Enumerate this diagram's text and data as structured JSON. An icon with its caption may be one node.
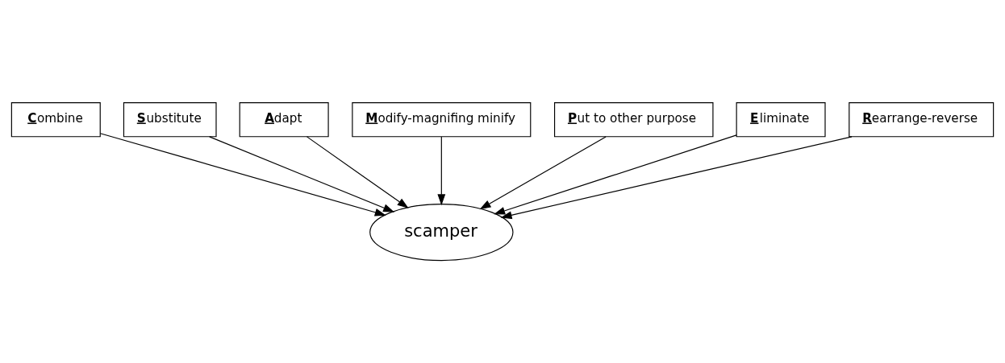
{
  "diagram": {
    "nodes": [
      {
        "text": [
          "**C**ombine"
        ]
      },
      {
        "text": [
          "**S**ubstitute"
        ]
      },
      {
        "text": [
          "**A**dapt"
        ]
      },
      {
        "text": [
          "**M**odify-magnifing minify"
        ]
      },
      {
        "text": [
          "**P**ut to other purpose"
        ]
      },
      {
        "text": [
          "**E**liminate"
        ]
      },
      {
        "text": [
          "**R**earrange-reverse"
        ]
      },
      {
        "text": [
          "scamper"
        ]
      }
    ],
    "edges": [
      {
        "from": 0,
        "to": 7,
        "arrow": "to"
      },
      {
        "from": 1,
        "to": 7,
        "arrow": "to"
      },
      {
        "from": 2,
        "to": 7,
        "arrow": "to"
      },
      {
        "from": 3,
        "to": 7,
        "arrow": "to"
      },
      {
        "from": 4,
        "to": 7,
        "arrow": "to"
      },
      {
        "from": 5,
        "to": 7,
        "arrow": "to"
      },
      {
        "from": 6,
        "to": 7,
        "arrow": "to"
      }
    ]
  }
}
